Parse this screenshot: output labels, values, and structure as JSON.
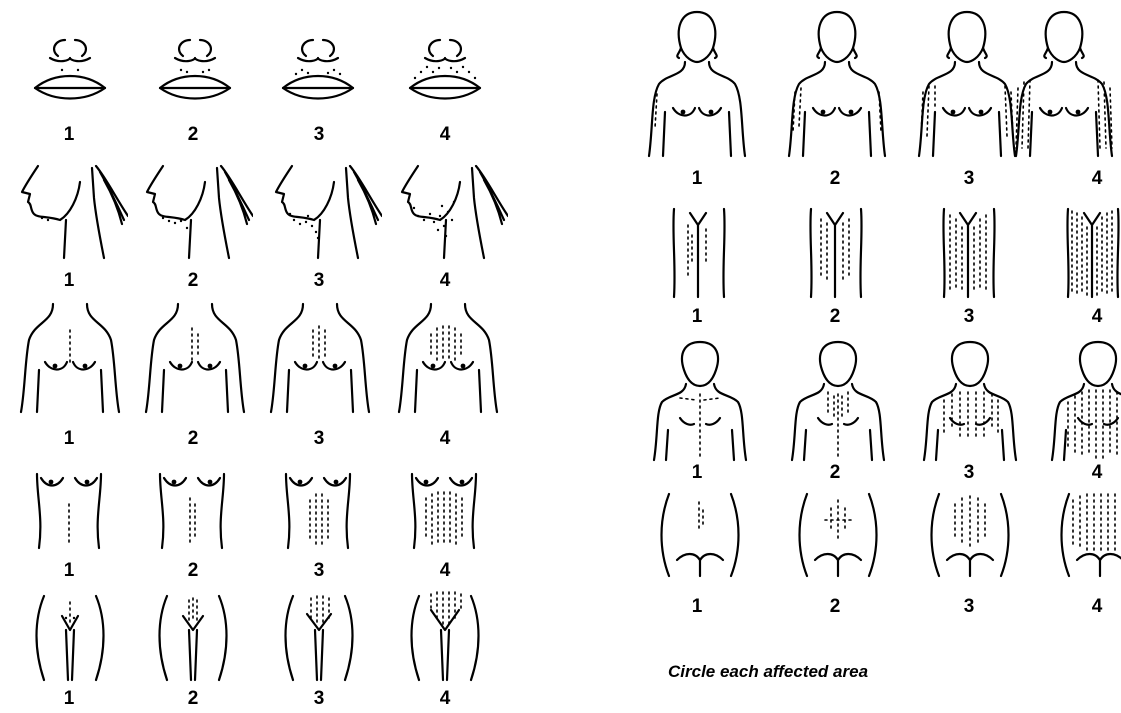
{
  "score_labels": [
    "1",
    "2",
    "3",
    "4"
  ],
  "caption": "Circle each affected area",
  "left_panel": {
    "rows": [
      "upper-lip",
      "chin",
      "chest",
      "upper-abdomen",
      "lower-abdomen"
    ]
  },
  "right_panel": {
    "rows": [
      "upper-arms",
      "thighs",
      "upper-back",
      "lower-back"
    ]
  }
}
